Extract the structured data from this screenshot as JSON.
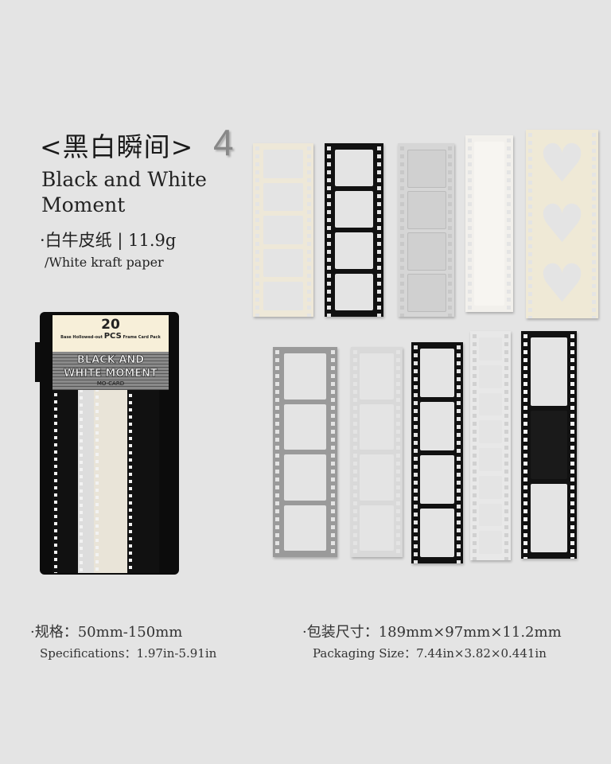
{
  "header": {
    "title_cn": "<黑白瞬间>",
    "number": "4",
    "title_en_line1": "Black and White",
    "title_en_line2": "Moment",
    "material_cn": "·白牛皮纸 | 11.9g",
    "material_en": "/White kraft paper"
  },
  "package": {
    "count": "20",
    "pcs": "PCS",
    "sub_left": "Base Hollowed-out",
    "sub_right": "Frame Card Pack",
    "name_line1": "BLACK AND",
    "name_line2": "WHITE MOMENT",
    "brand": "MO-CARD"
  },
  "specs": {
    "size_cn": "·规格：50mm-150mm",
    "size_en": "Specifications：1.97in-5.91in",
    "package_cn": "·包装尺寸：189mm×97mm×11.2mm",
    "package_en": "Packaging Size：7.44in×3.82×0.441in"
  },
  "colors": {
    "background": "#e4e4e4",
    "cream": "#eee8d8",
    "black": "#111111",
    "gray": "#9a9a9a",
    "light_gray": "#d6d6d6"
  }
}
